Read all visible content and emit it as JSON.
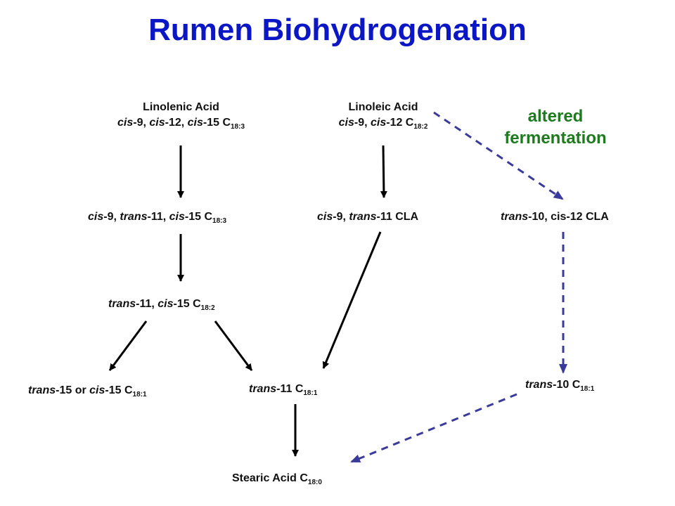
{
  "title": "Rumen Biohydrogenation",
  "annotation": {
    "line1": "altered",
    "line2": "fermentation",
    "color": "#1e7a1e"
  },
  "colors": {
    "title": "#0b16c4",
    "solid_arrow": "#000000",
    "dashed_arrow": "#3a3a9a"
  },
  "nodes": {
    "linolenic": {
      "name": "Linolenic Acid",
      "p1": "cis",
      "t1": "-9, ",
      "p2": "cis",
      "t2": "-12, ",
      "p3": "cis",
      "t3": "-15 C",
      "sub": "18:3"
    },
    "linoleic": {
      "name": "Linoleic Acid",
      "p1": "cis",
      "t1": "-9, ",
      "p2": "cis",
      "t2": "-12 C",
      "sub": "18:2"
    },
    "c9t11c15": {
      "p1": "cis",
      "t1": "-9, ",
      "p2": "trans",
      "t2": "-11, ",
      "p3": "cis",
      "t3": "-15 C",
      "sub": "18:3"
    },
    "c9t11cla": {
      "p1": "cis",
      "t1": "-9, ",
      "p2": "trans",
      "t2": "-11 CLA"
    },
    "t10c12cla": {
      "p1": "trans",
      "t1": "-10, cis-12 CLA"
    },
    "t11c15": {
      "p1": "trans",
      "t1": "-11, ",
      "p2": "cis",
      "t2": "-15 C",
      "sub": "18:2"
    },
    "t15c15": {
      "p1": "trans",
      "t1": "-15 or ",
      "p2": "cis",
      "t2": "-15 C",
      "sub": "18:1"
    },
    "t11": {
      "p1": "trans",
      "t1": "-11 C",
      "sub": "18:1"
    },
    "t10": {
      "p1": "trans",
      "t1": "-10 C",
      "sub": "18:1"
    },
    "stearic": {
      "t1": "Stearic Acid C",
      "sub": "18:0"
    }
  }
}
